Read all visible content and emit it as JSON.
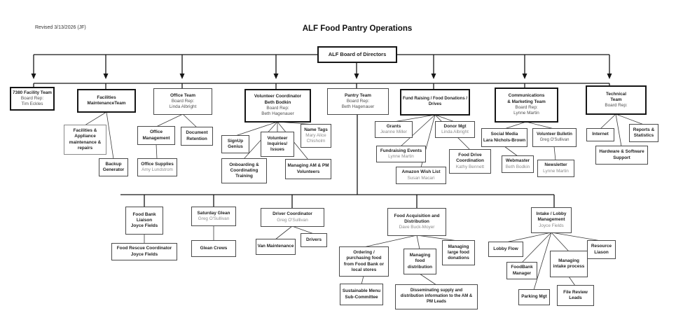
{
  "header": {
    "revised": "Revised 3/13/2026 (JF)",
    "title": "ALF Food Pantry Operations"
  },
  "board": {
    "label": "ALF Board of Directors"
  },
  "colors": {
    "line": "#1a1a1a",
    "text": "#1f1f1f",
    "muted": "#8a8a8a",
    "background": "#ffffff"
  },
  "nodes": {
    "f7380": [
      "7380 Facility Team",
      "Board Rep:",
      "Tim Eckles"
    ],
    "facilities": [
      "Facilities",
      "MaintenanceTeam"
    ],
    "office": [
      "Office Team",
      "Board Rep:",
      "Linda Albright"
    ],
    "volunteer": [
      "Volunteer Coordinator",
      "Beth Bodkin",
      "Board Rep:",
      "Beth Hagenauer"
    ],
    "pantry": [
      "Pantry Team",
      "Board Rep:",
      "Beth Hagenauer"
    ],
    "fundraising": [
      "Fund Raising / Food Donations /",
      "Drives"
    ],
    "communications": [
      "Communications",
      "& Marketing Team",
      "Board Rep:",
      "Lynne Martin"
    ],
    "technical": [
      "Technical",
      "Team",
      "Board Rep:"
    ],
    "facAppliance": [
      "Facilities &",
      "Appliance",
      "maintenance &",
      "repairs"
    ],
    "backupGen": [
      "Backup",
      "Generator"
    ],
    "officeMgmt": [
      "Office",
      "Management"
    ],
    "docRetention": [
      "Document",
      "Retention"
    ],
    "officeSupplies": [
      "Office Supplies",
      "Amy Lundstrom"
    ],
    "signupGenius": [
      "SignUp",
      "Genius"
    ],
    "volInquiries": [
      "Volunteer",
      "Inquiries/",
      "Issues"
    ],
    "nameTags": [
      "Name Tags",
      "Mary Alice",
      "Chisholm"
    ],
    "onboarding": [
      "Onboarding &",
      "Coordinating",
      "Training"
    ],
    "managingAMPM": [
      "Managing AM & PM",
      "Volunteers"
    ],
    "grants": [
      "Grants",
      "Jeanne Miller"
    ],
    "donorMgt": [
      "Donor Mgt",
      "Linda Albright"
    ],
    "fundraisingEvents": [
      "Fundraising Events",
      "Lynne Martin"
    ],
    "foodDrive": [
      "Food Drive",
      "Coordination",
      "Kathy Bennett"
    ],
    "amazonWishList": [
      "Amazon Wish List",
      "Susan Macari"
    ],
    "socialMedia": [
      "Social Media",
      "Lara Nichols-Brown"
    ],
    "volBulletin": [
      "Volunteer Bulletin",
      "Greg O'Sullivan"
    ],
    "webmaster": [
      "Webmaster",
      "Beth Bodkin"
    ],
    "newsletter": [
      "Newsletter",
      "Lynne Martin"
    ],
    "internet": [
      "Internet"
    ],
    "reports": [
      "Reports &",
      "Statistics"
    ],
    "hardware": [
      "Hardware & Software",
      "Support"
    ],
    "foodBankLiaison": [
      "Food Bank",
      "Liaison",
      "Joyce Fields"
    ],
    "foodRescue": [
      "Food Rescue Coordinator",
      "Joyce Fields"
    ],
    "saturdayGlean": [
      "Saturday Glean",
      "Greg O'Sullivan"
    ],
    "gleanCrews": [
      "Glean Crews"
    ],
    "driverCoord": [
      "Driver Coordinator",
      "Greg O'Sullivan"
    ],
    "vanMaintenance": [
      "Van Maintenance"
    ],
    "drivers": [
      "Drivers"
    ],
    "foodAcquisition": [
      "Food Acquisition and",
      "Distribution",
      "Dave Buck-Moyer"
    ],
    "ordering": [
      "Ordering /",
      "purchasing food",
      "from Food Bank or",
      "local stores"
    ],
    "managingFoodDist": [
      "Managing",
      "food",
      "distribution"
    ],
    "managingLarge": [
      "Managing",
      "large food",
      "donations"
    ],
    "sustainableMenu": [
      "Sustainable Menu",
      "Sub-Committee"
    ],
    "disseminating": [
      "Disseminating supply and",
      "distribution information to the AM &",
      "PM Leads"
    ],
    "intakeLobby": [
      "Intake / Lobby",
      "Management",
      "Joyce Fields"
    ],
    "lobbyFlow": [
      "Lobby Flow"
    ],
    "foodbankManager": [
      "FoodBank",
      "Manager"
    ],
    "parkingMgt": [
      "Parking Mgt"
    ],
    "managingIntake": [
      "Managing",
      "intake process"
    ],
    "resourceLiason": [
      "Resource",
      "Liason"
    ],
    "fileReview": [
      "File Review",
      "Leads"
    ]
  }
}
